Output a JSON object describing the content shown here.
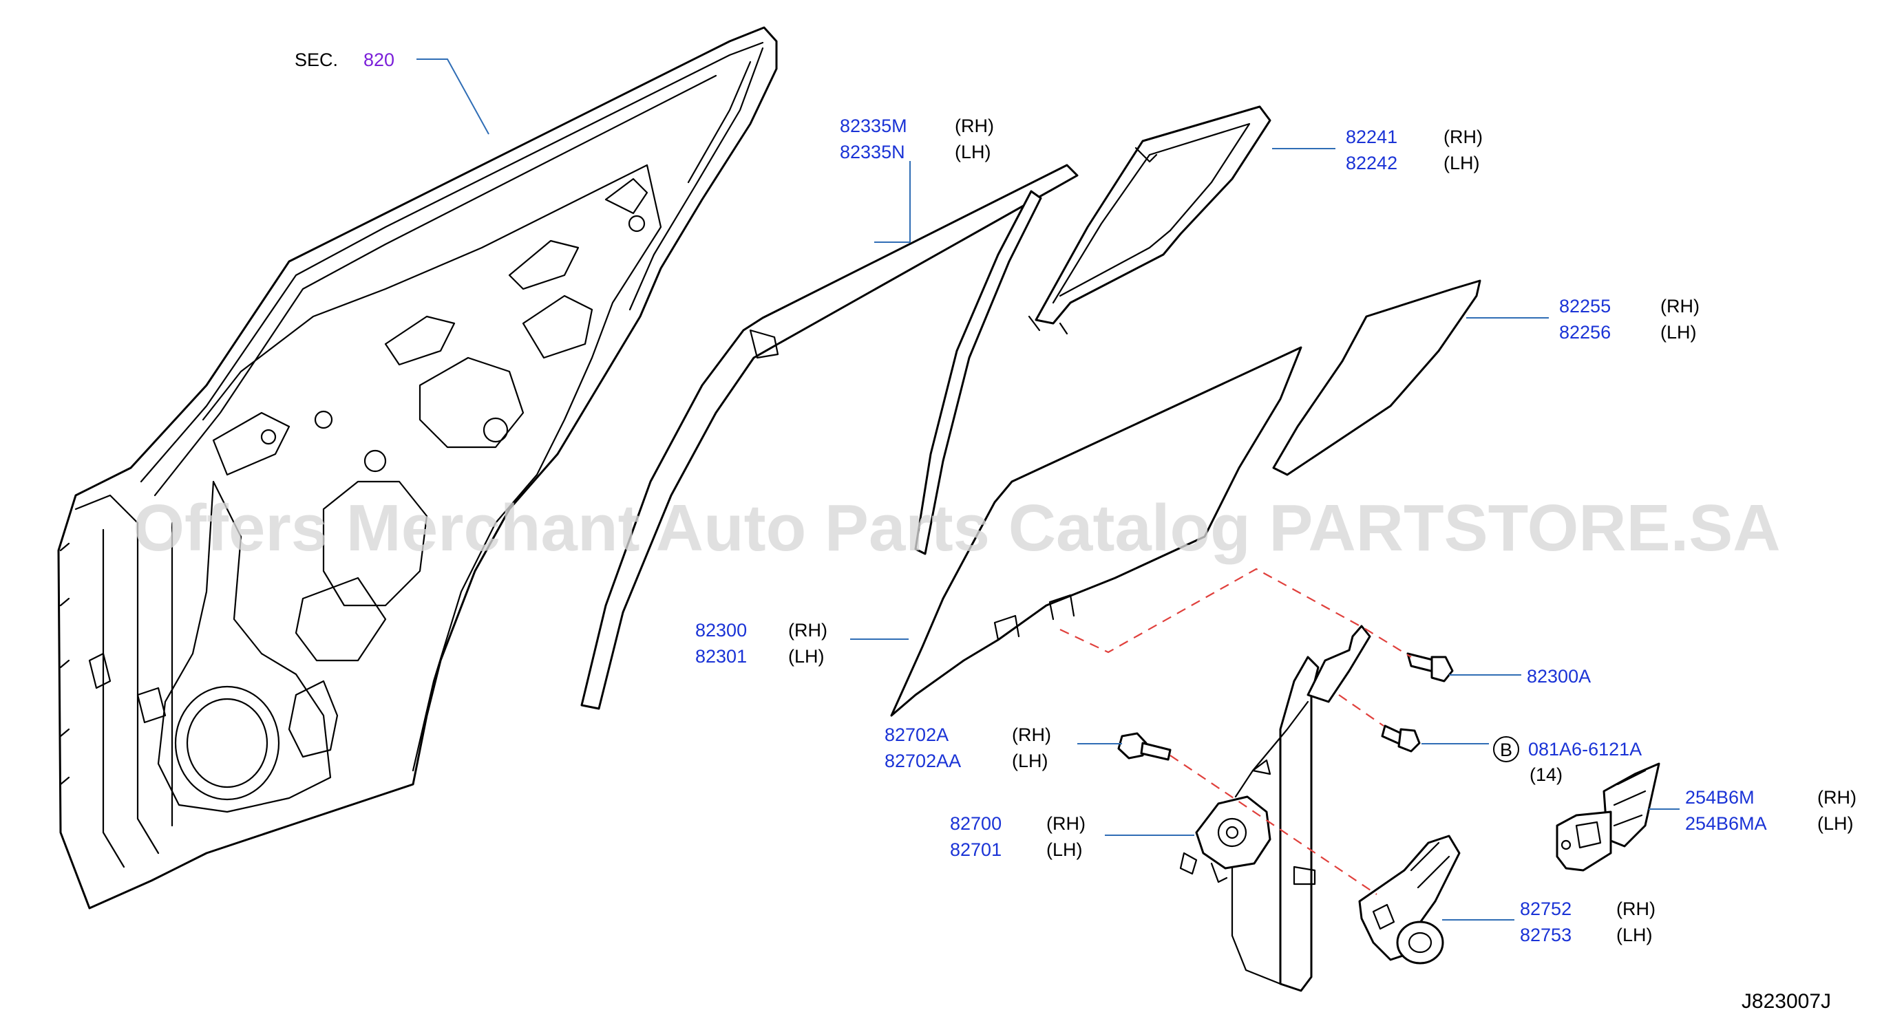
{
  "watermark": "Offers Merchant Auto Parts Catalog PARTSTORE.SA",
  "diagram_code": "J823007J",
  "section_ref": {
    "label": "SEC.",
    "number": "820"
  },
  "callouts": [
    {
      "id": "weatherstrip",
      "part": "82335M",
      "side": "(RH)"
    },
    {
      "id": "weatherstrip",
      "part": "82335N",
      "side": "(LH)"
    },
    {
      "id": "sash",
      "part": "82241",
      "side": "(RH)"
    },
    {
      "id": "sash",
      "part": "82242",
      "side": "(LH)"
    },
    {
      "id": "partition-glass",
      "part": "82255",
      "side": "(RH)"
    },
    {
      "id": "partition-glass",
      "part": "82256",
      "side": "(LH)"
    },
    {
      "id": "door-glass",
      "part": "82300",
      "side": "(RH)"
    },
    {
      "id": "door-glass",
      "part": "82301",
      "side": "(LH)"
    },
    {
      "id": "glass-bolt",
      "part": "82300A",
      "side": ""
    },
    {
      "id": "regulator-bolt",
      "part": "82702A",
      "side": "(RH)"
    },
    {
      "id": "regulator-bolt",
      "part": "82702AA",
      "side": "(LH)"
    },
    {
      "id": "hex-bolt",
      "part": "081A6-6121A",
      "side": ""
    },
    {
      "id": "regulator",
      "part": "82700",
      "side": "(RH)"
    },
    {
      "id": "regulator",
      "part": "82701",
      "side": "(LH)"
    },
    {
      "id": "window-control-unit",
      "part": "254B6M",
      "side": "(RH)"
    },
    {
      "id": "window-control-unit",
      "part": "254B6MA",
      "side": "(LH)"
    },
    {
      "id": "motor",
      "part": "82752",
      "side": "(RH)"
    },
    {
      "id": "motor",
      "part": "82753",
      "side": "(LH)"
    }
  ],
  "bolt_b": {
    "marker": "B",
    "quantity": "(14)"
  }
}
